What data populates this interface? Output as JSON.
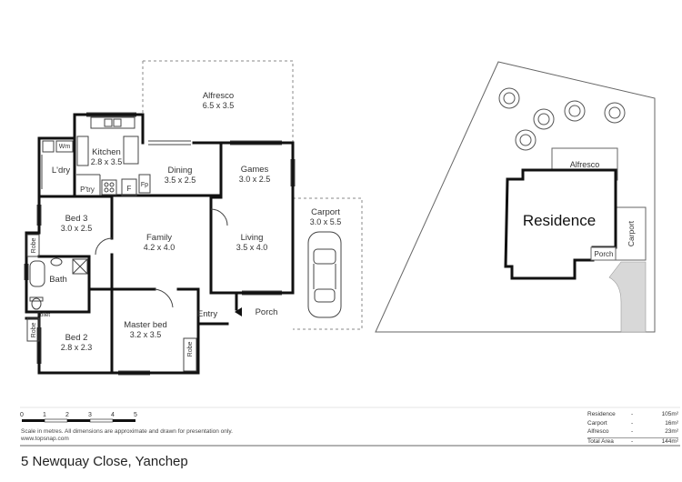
{
  "rooms": {
    "alfresco": {
      "name": "Alfresco",
      "dim": "6.5 x 3.5"
    },
    "kitchen": {
      "name": "Kitchen",
      "dim": "2.8 x 3.5"
    },
    "dining": {
      "name": "Dining",
      "dim": "3.5 x 2.5"
    },
    "games": {
      "name": "Games",
      "dim": "3.0 x 2.5"
    },
    "carport": {
      "name": "Carport",
      "dim": "3.0 x 5.5"
    },
    "bed3": {
      "name": "Bed 3",
      "dim": "3.0 x 2.5"
    },
    "family": {
      "name": "Family",
      "dim": "4.2 x 4.0"
    },
    "living": {
      "name": "Living",
      "dim": "3.5 x 4.0"
    },
    "master": {
      "name": "Master bed",
      "dim": "3.2 x 3.5"
    },
    "bed2": {
      "name": "Bed 2",
      "dim": "2.8 x 2.3"
    }
  },
  "labels": {
    "wm": "Wm",
    "laundry": "L'dry",
    "pantry": "P'try",
    "fridge": "F",
    "fireplace": "Fp",
    "robe": "Robe",
    "bath": "Bath",
    "toilet": "Toilet",
    "entry": "Entry",
    "porch": "Porch"
  },
  "site": {
    "residence": "Residence",
    "alfresco": "Alfresco",
    "carport": "Carport",
    "porch": "Porch"
  },
  "scale": {
    "ticks": [
      "0",
      "1",
      "2",
      "3",
      "4",
      "5"
    ],
    "note": "Scale in metres. All dimensions are approximate and drawn for presentation only.",
    "website": "www.topsnap.com"
  },
  "areas": [
    {
      "name": "Residence",
      "value": "105m²"
    },
    {
      "name": "Carport",
      "value": "16m²"
    },
    {
      "name": "Alfresco",
      "value": "23m²"
    },
    {
      "name": "Total Area",
      "value": "144m²"
    }
  ],
  "address": "5 Newquay Close, Yanchep"
}
